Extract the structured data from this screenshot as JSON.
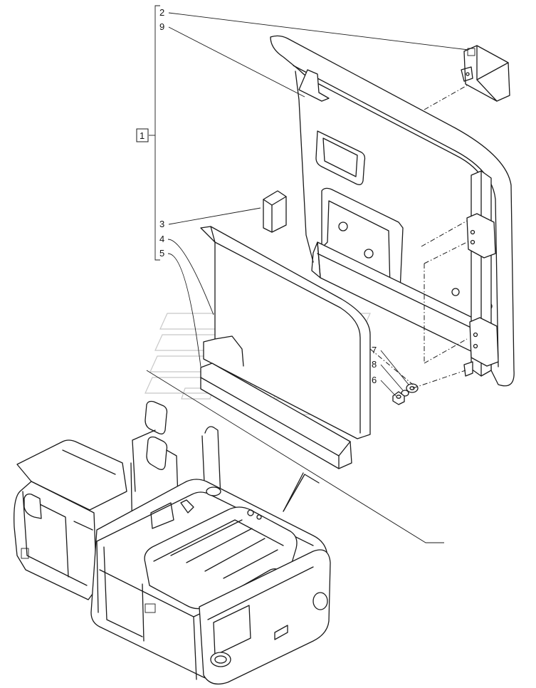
{
  "callouts": {
    "c1": "1",
    "c2": "2",
    "c9": "9",
    "c3": "3",
    "c4": "4",
    "c5": "5",
    "c7": "7",
    "c8": "8",
    "c6": "6"
  },
  "colors": {
    "line": "#1a1a1a",
    "watermark": "#c8c8c8",
    "background": "#ffffff"
  }
}
